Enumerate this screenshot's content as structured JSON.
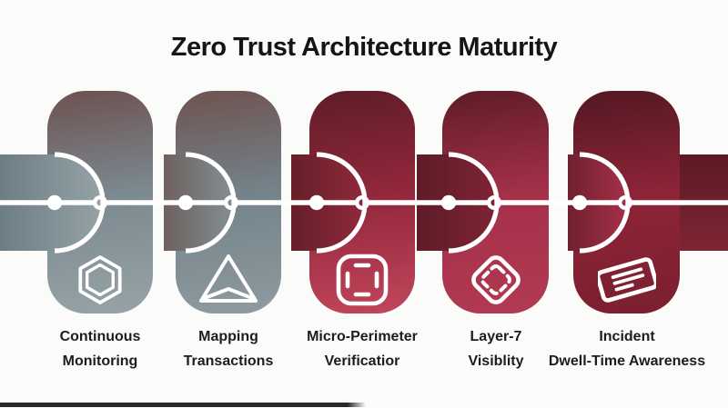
{
  "header": {
    "title": "Zero Trust Architecture Maturity"
  },
  "timeline": {
    "line_color": "#ffffff",
    "node_color": "#ffffff",
    "text_color": "#1d1d1f",
    "background": "#fbfbfa",
    "exit_band_gradient": [
      "#5c1a25",
      "#7e2533"
    ]
  },
  "stages": [
    {
      "label_lines": [
        "Continuous",
        "Monitoring"
      ],
      "icon": "hexagon-icon",
      "pill_gradient": [
        "#6d5150",
        "#7b8a91",
        "#97a3a6"
      ],
      "cap_gradient": [
        "#6d7d84",
        "#95a3a7"
      ]
    },
    {
      "label_lines": [
        "Mapping",
        "Transactions"
      ],
      "icon": "navigation-triangle-icon",
      "pill_gradient": [
        "#6e5350",
        "#74838b",
        "#8e9b9f"
      ],
      "cap_gradient": [
        "#6e615f",
        "#828f94"
      ]
    },
    {
      "label_lines": [
        "Micro-Perimeter",
        "Verificatior"
      ],
      "icon": "scan-frame-icon",
      "pill_gradient": [
        "#5e1d27",
        "#93273c",
        "#c2465b"
      ],
      "cap_gradient": [
        "#652029",
        "#90293c"
      ]
    },
    {
      "label_lines": [
        "Layer-7",
        "Visiblity"
      ],
      "icon": "diamond-dashed-icon",
      "pill_gradient": [
        "#5e1c26",
        "#a5304a",
        "#b23a52"
      ],
      "cap_gradient": [
        "#5e1c27",
        "#7f2336"
      ]
    },
    {
      "label_lines": [
        "Incident",
        "Dwell-Time Awareness"
      ],
      "icon": "ticket-icon",
      "pill_gradient": [
        "#521822",
        "#8d2438",
        "#7a1f2e"
      ],
      "cap_gradient": [
        "#70202f",
        "#a53149"
      ]
    }
  ]
}
